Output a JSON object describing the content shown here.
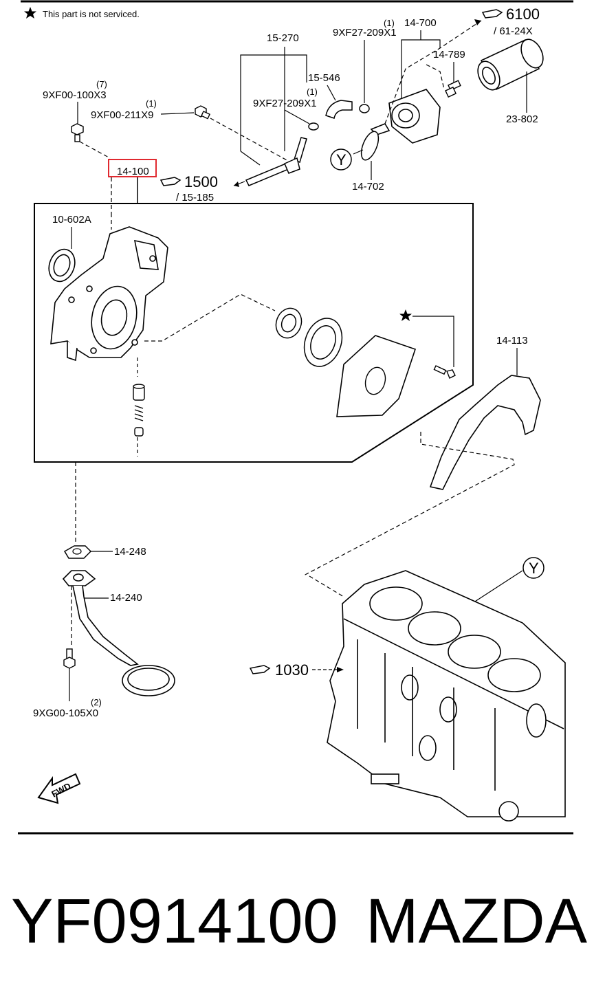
{
  "note": "This part is not serviced.",
  "highlight_color": "#e0292f",
  "labels": {
    "p_9xf00_100x3_qty": "(7)",
    "p_9xf00_100x3": "9XF00-100X3",
    "p_9xf00_211x9_qty": "(1)",
    "p_9xf00_211x9": "9XF00-211X9",
    "p_15_270": "15-270",
    "p_15_546": "15-546",
    "p_9xf27_209x1a_qty": "(1)",
    "p_9xf27_209x1a": "9XF27-209X1",
    "p_9xf27_209x1b_qty": "(1)",
    "p_9xf27_209x1b": "9XF27-209X1",
    "p_14_700": "14-700",
    "p_6100": "6100",
    "p_61_24x": "/ 61-24X",
    "p_14_789": "14-789",
    "p_23_802": "23-802",
    "p_y_top": "Y",
    "p_14_702": "14-702",
    "p_14_100": "14-100",
    "p_1500": "1500",
    "p_15_185": "/ 15-185",
    "p_10_602a": "10-602A",
    "p_14_113": "14-113",
    "p_14_248": "14-248",
    "p_14_240": "14-240",
    "p_9xg00_105x0_qty": "(2)",
    "p_9xg00_105x0": "9XG00-105X0",
    "p_y_block": "Y",
    "p_1030": "1030",
    "fwd": "FWD"
  },
  "footer": {
    "part_number": "YF0914100",
    "brand": "MAZDA"
  }
}
